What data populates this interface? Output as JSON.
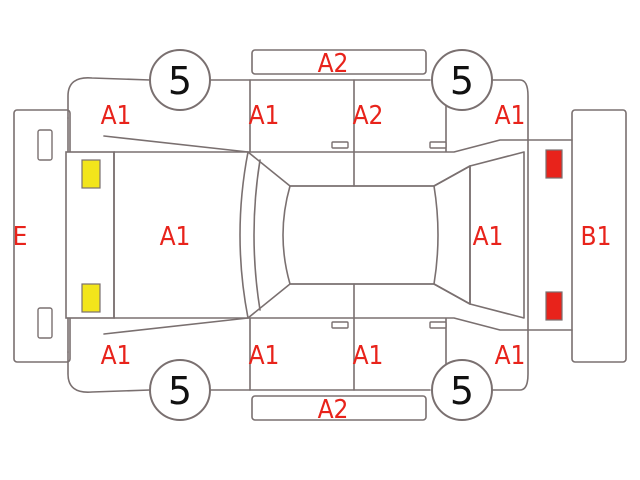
{
  "colors": {
    "code_text": "#e8231b",
    "outline": "#7a7070",
    "front_light": "#f2e51b",
    "rear_light": "#e8231b",
    "tire_text": "#111111"
  },
  "tires": {
    "front_left": "5",
    "front_right": "5",
    "rear_left": "5",
    "rear_right": "5"
  },
  "codes": {
    "roof_top": "A2",
    "roof_bottom": "A2",
    "front_bumper": "E",
    "rear_bumper": "B1",
    "hood": "A1",
    "tailgate": "A1",
    "front_left_fender": "A1",
    "front_left_door": "A1",
    "rear_left_door": "A2",
    "rear_left_quarter": "A1",
    "front_right_fender": "A1",
    "front_right_door": "A1",
    "rear_right_door": "A1",
    "rear_right_quarter": "A1"
  }
}
